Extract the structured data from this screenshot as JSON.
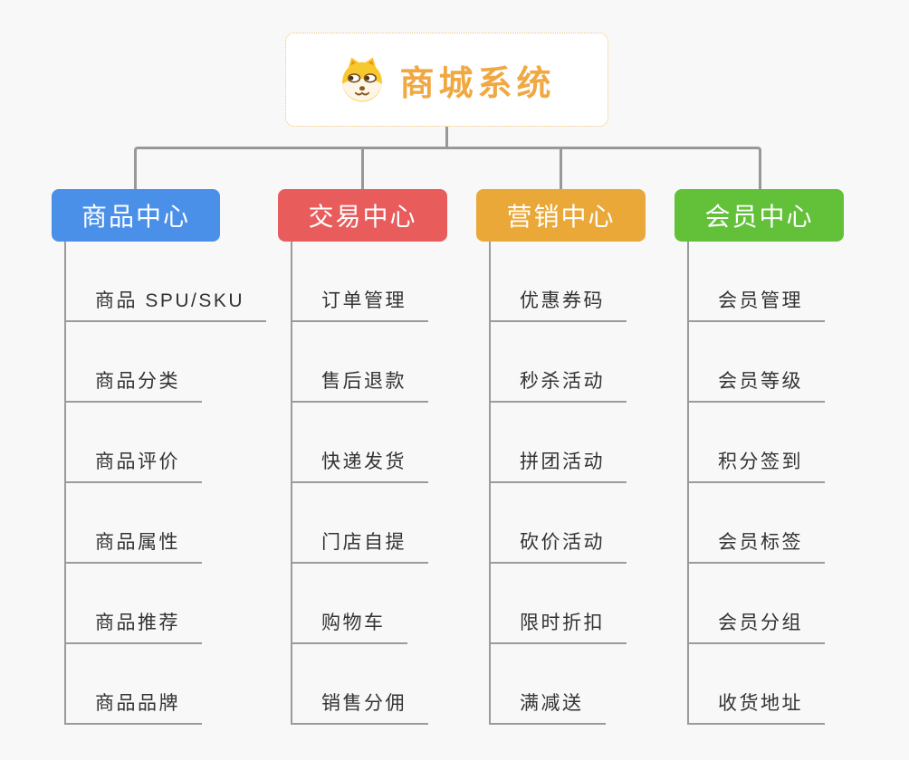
{
  "root": {
    "label": "商城系统",
    "icon": "dog-face-icon",
    "text_color": "#f0a843",
    "border_color": "#f2c377",
    "background": "#ffffff"
  },
  "canvas": {
    "background_color": "#f8f8f8",
    "connector_color": "#989898",
    "item_line_color": "#9b9b9b",
    "item_text_color": "#333333"
  },
  "branches": [
    {
      "label": "商品中心",
      "color": "#4a90e8",
      "items": [
        "商品 SPU/SKU",
        "商品分类",
        "商品评价",
        "商品属性",
        "商品推荐",
        "商品品牌"
      ]
    },
    {
      "label": "交易中心",
      "color": "#e95c5c",
      "items": [
        "订单管理",
        "售后退款",
        "快递发货",
        "门店自提",
        "购物车",
        "销售分佣"
      ]
    },
    {
      "label": "营销中心",
      "color": "#eaa839",
      "items": [
        "优惠券码",
        "秒杀活动",
        "拼团活动",
        "砍价活动",
        "限时折扣",
        "满减送"
      ]
    },
    {
      "label": "会员中心",
      "color": "#62c139",
      "items": [
        "会员管理",
        "会员等级",
        "积分签到",
        "会员标签",
        "会员分组",
        "收货地址"
      ]
    }
  ]
}
